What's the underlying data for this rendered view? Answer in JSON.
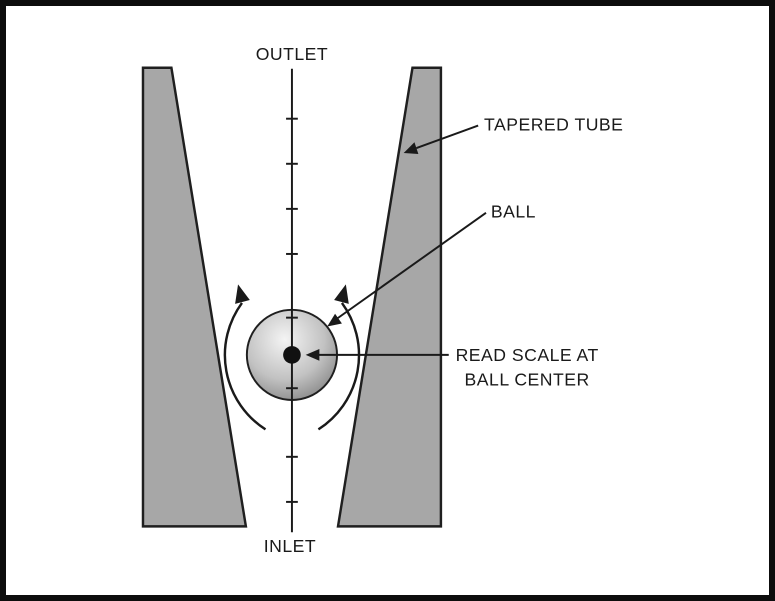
{
  "labels": {
    "outlet": "OUTLET",
    "inlet": "INLET",
    "tapered_tube": "TAPERED TUBE",
    "ball": "BALL",
    "read_scale_line1": "READ SCALE AT",
    "read_scale_line2": "BALL CENTER"
  },
  "colors": {
    "background": "#ffffff",
    "frame_border": "#0d0d0d",
    "line": "#1a1a1a",
    "tube_fill": "#a7a7a7",
    "ball_highlight": "#f4f4f4",
    "ball_mid": "#c2c2c2",
    "ball_shadow": "#7a7a7a",
    "ball_center_dot": "#111111"
  }
}
